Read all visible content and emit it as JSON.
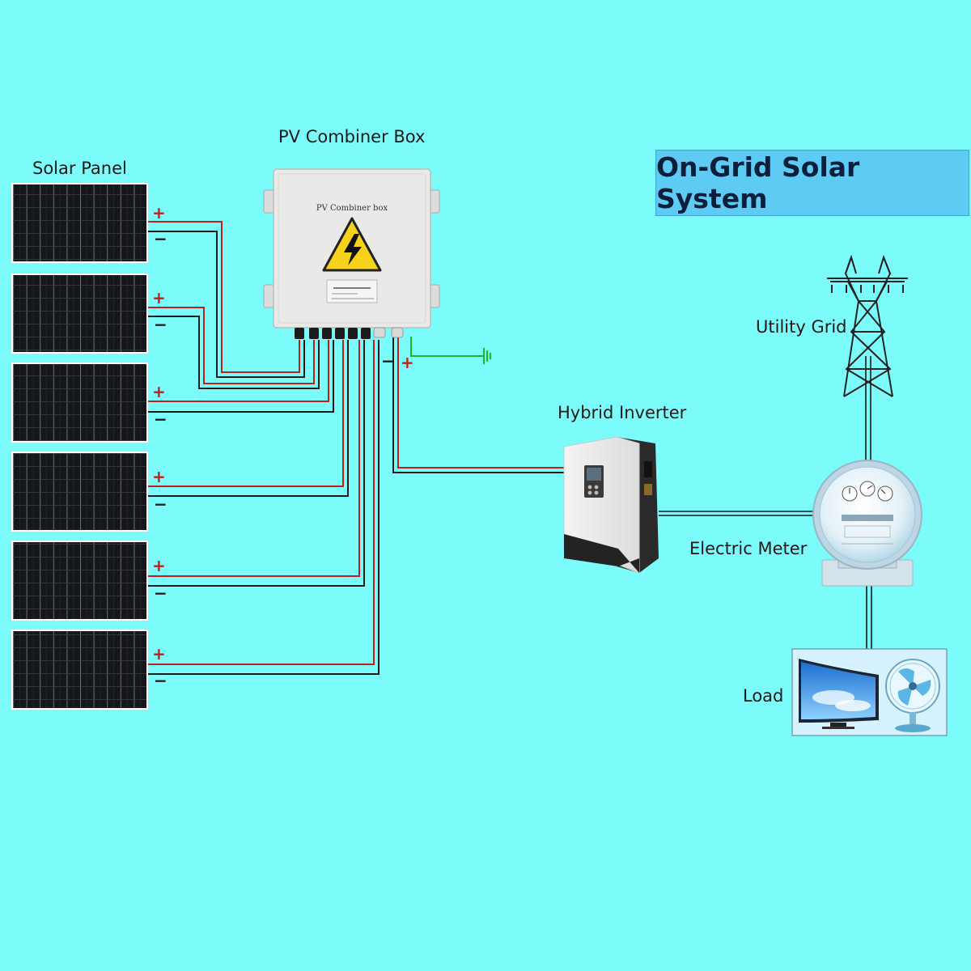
{
  "title": "On-Grid Solar System",
  "labels": {
    "solar_panel": "Solar Panel",
    "combiner_box": "PV Combiner Box",
    "combiner_box_face": "PV Combiner box",
    "hybrid_inverter": "Hybrid Inverter",
    "utility_grid": "Utility Grid",
    "electric_meter": "Electric Meter",
    "load": "Load"
  },
  "polarity": {
    "positive": "+",
    "negative": "−"
  },
  "panel_count": 6,
  "colors": {
    "background": "#7cfbfb",
    "title_bg": "#5ecbf5",
    "positive_wire": "#c0201c",
    "negative_wire": "#1a1a1a",
    "ground_wire": "#1fb52a",
    "panel_cell": "#16171c"
  },
  "icons": [
    "solar-panel-icon",
    "combiner-box-icon",
    "high-voltage-warning-icon",
    "ground-symbol-icon",
    "hybrid-inverter-icon",
    "transmission-tower-icon",
    "electric-meter-icon",
    "monitor-icon",
    "fan-icon"
  ]
}
